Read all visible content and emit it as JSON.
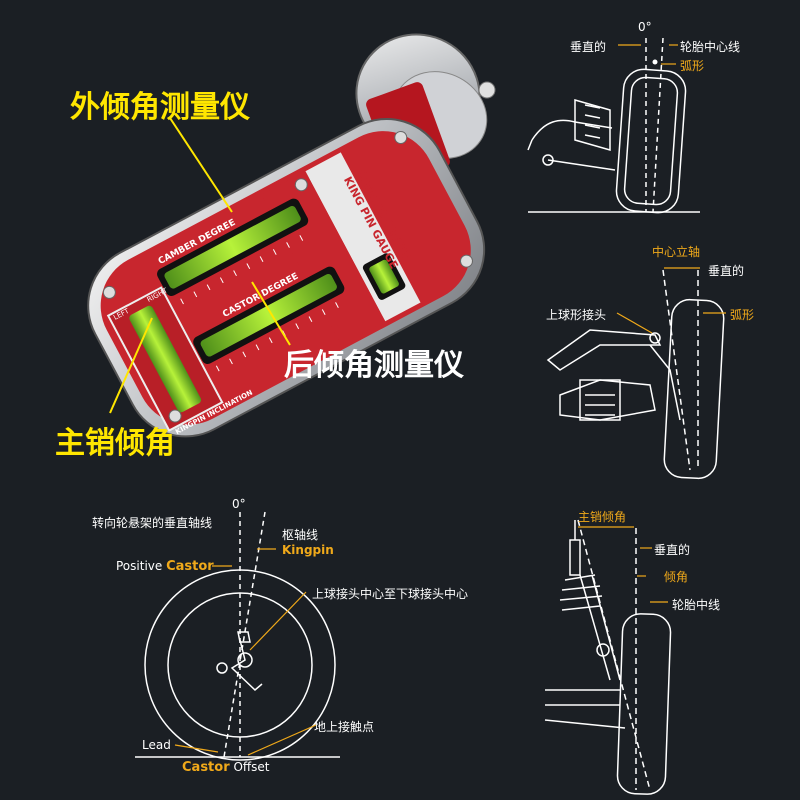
{
  "gauge": {
    "title_line1": "CAMBER CASTER",
    "title_line2": "KING PIN GAUGE",
    "camber_label": "CAMBER DEGREE",
    "castor_label": "CASTOR DEGREE",
    "kingpin_label": "KINGPIN INCLINATION",
    "side_left": "LEFT",
    "side_right": "RIGHT"
  },
  "callouts": {
    "camber_meter": "外倾角测量仪",
    "castor_meter": "后倾角测量仪",
    "kingpin_angle": "主销倾角"
  },
  "camber_panel": {
    "zero_deg": "0°",
    "vertical": "垂直的",
    "tire_center": "轮胎中心线",
    "arc": "弧形"
  },
  "kingpin_panel": {
    "center_axis": "中心立轴",
    "vertical": "垂直的",
    "upper_ball": "上球形接头",
    "arc": "弧形"
  },
  "castor_panel": {
    "zero_deg": "0°",
    "steering_axis": "转向轮悬架的垂直轴线",
    "pivot_axis": "枢轴线",
    "kingpin": "Kingpin",
    "positive": "Positive",
    "castor": "Castor",
    "ball_center": "上球接头中心至下球接头中心",
    "contact": "地上接触点",
    "lead": "Lead",
    "offset_castor": "Castor",
    "offset": "Offset"
  },
  "inclination_panel": {
    "kingpin_tilt": "主销倾角",
    "vertical": "垂直的",
    "tilt": "倾角",
    "tire_center": "轮胎中线"
  },
  "colors": {
    "background": "#1b1f24",
    "gauge_red": "#c8262e",
    "accent_yellow": "#ffe600",
    "accent_orange": "#f0a91a"
  }
}
